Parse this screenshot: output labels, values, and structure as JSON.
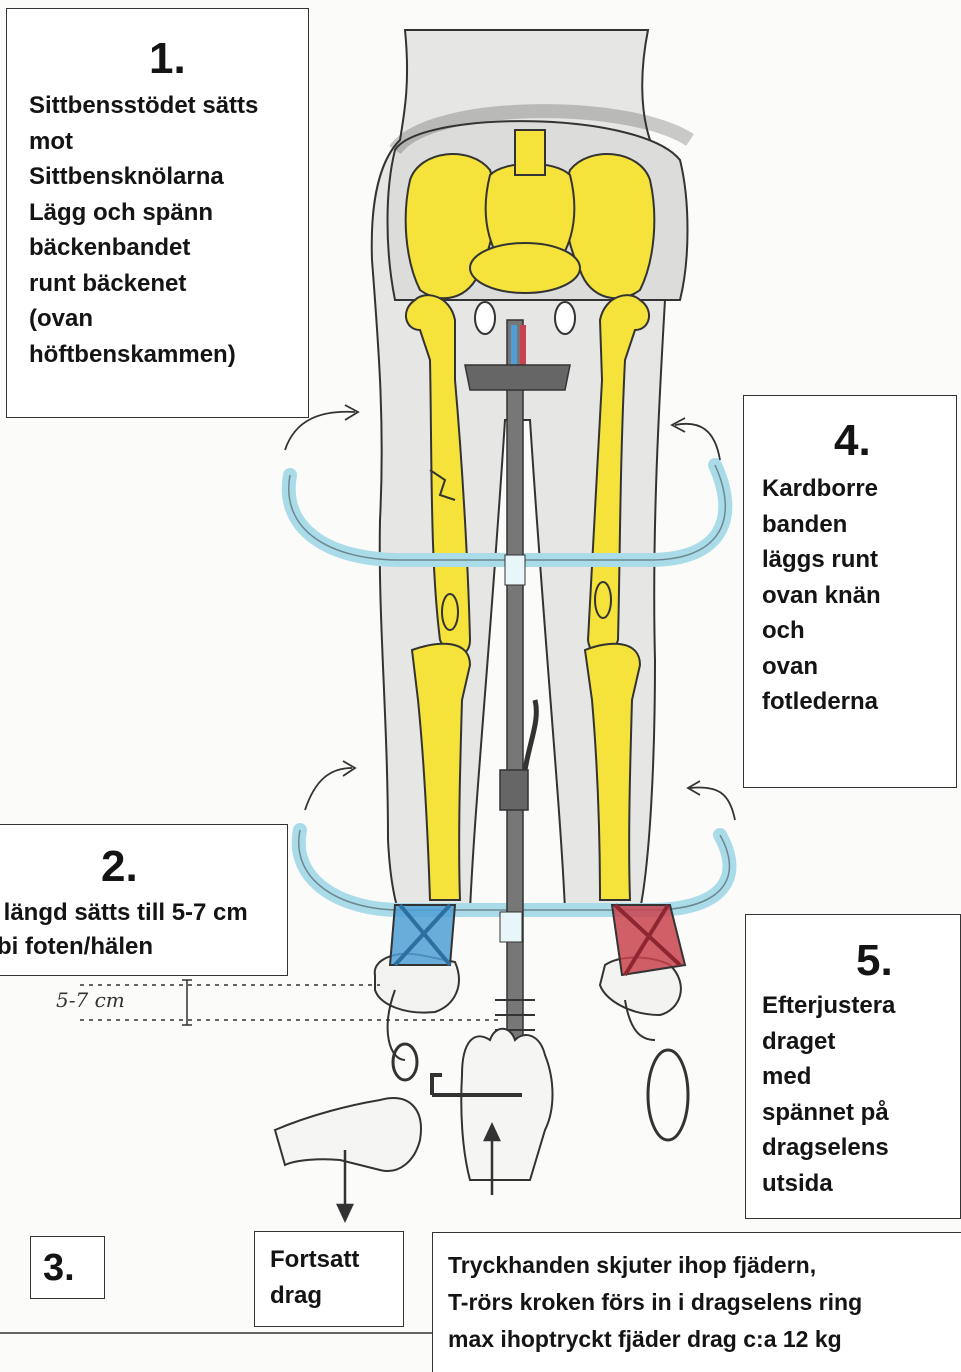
{
  "step1": {
    "number": "1.",
    "text": "Sittbensstödet sätts\nmot\nSittbensknölarna\nLägg och spänn\nbäckenbandet\nrunt bäckenet\n(ovan\nhöftbenskammen)"
  },
  "step2": {
    "number": "2.",
    "text": " längd sätts till 5-7 cm\nbi foten/hälen"
  },
  "step3": {
    "number": "3."
  },
  "step4": {
    "number": "4.",
    "text": "Kardborre\nbanden\nläggs runt\novan knän\noch\novan\nfotlederna"
  },
  "step5": {
    "number": "5.",
    "text": "Efterjustera\ndraget\nmed\nspännet på\ndragselens\nutsida"
  },
  "fortsatt": {
    "text": "Fortsatt\ndrag"
  },
  "bottom_note": {
    "text": "Tryckhanden skjuter ihop fjädern,\nT-rörs kroken förs in i dragselens ring\nmax ihoptryckt fjäder drag c:a 12 kg"
  },
  "measure": {
    "label": "5-7 cm"
  },
  "colors": {
    "bone": "#f5e23a",
    "strap": "#a9dbe8",
    "blue": "#4f9fd6",
    "red": "#c8434f",
    "leg_shade": "#d8d8d8",
    "rod": "#555555"
  }
}
